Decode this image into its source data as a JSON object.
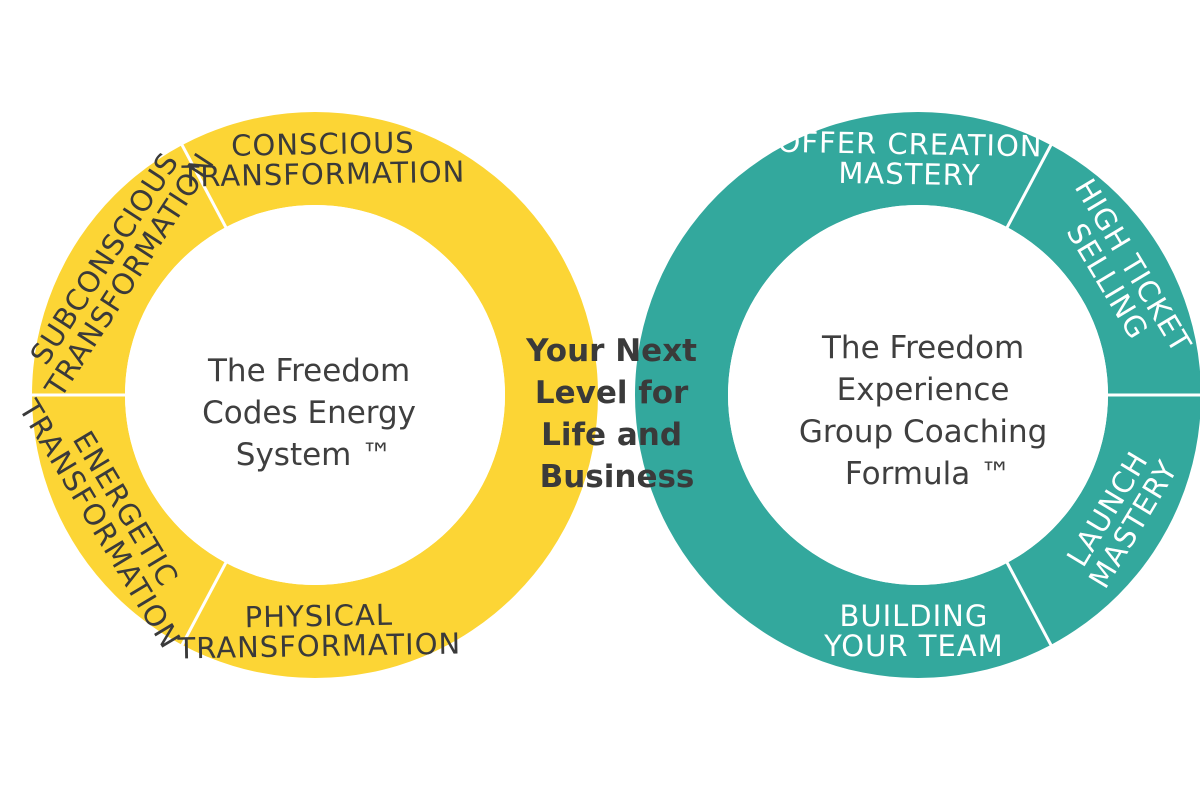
{
  "colors": {
    "yellow": "#FCD535",
    "teal": "#33A89D",
    "divider": "#ffffff",
    "ring_label_dark": "#3a3a3a",
    "ring_label_light": "#ffffff",
    "body_text": "#3f3f3f"
  },
  "center": {
    "lines": [
      "Your Next",
      "Level for",
      "Life and",
      "Business"
    ]
  },
  "left_circle": {
    "lines": [
      "The Freedom",
      "Codes Energy",
      "System ™"
    ],
    "segments": [
      {
        "id": "conscious",
        "lines": [
          "CONSCIOUS",
          "TRANSFORMATION"
        ]
      },
      {
        "id": "subconscious",
        "lines": [
          "SUBCONSCIOUS",
          "TRANSFORMATION"
        ]
      },
      {
        "id": "energetic",
        "lines": [
          "ENERGETIC",
          "TRANSFORMATION"
        ]
      },
      {
        "id": "physical",
        "lines": [
          "PHYSICAL",
          "TRANSFORMATION"
        ]
      }
    ]
  },
  "right_circle": {
    "lines": [
      "The Freedom",
      "Experience",
      "Group Coaching",
      "Formula ™"
    ],
    "segments": [
      {
        "id": "offer-creation",
        "lines": [
          "OFFER CREATION",
          "MASTERY"
        ]
      },
      {
        "id": "high-ticket",
        "lines": [
          "HIGH TICKET",
          "SELLING"
        ]
      },
      {
        "id": "launch",
        "lines": [
          "LAUNCH",
          "MASTERY"
        ]
      },
      {
        "id": "building-team",
        "lines": [
          "BUILDING",
          "YOUR TEAM"
        ]
      }
    ]
  }
}
